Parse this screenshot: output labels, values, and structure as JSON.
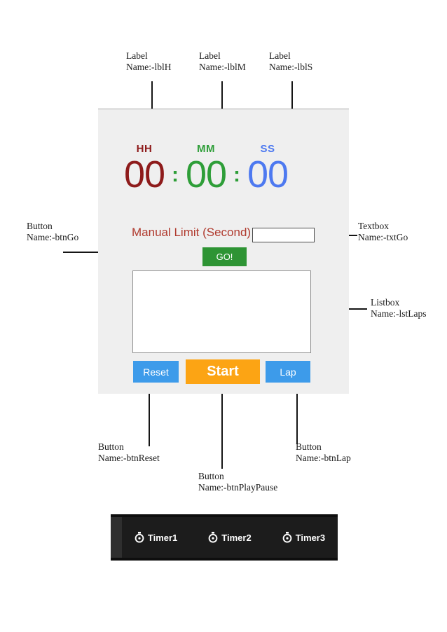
{
  "annotations": {
    "lblH": {
      "type": "Label",
      "name": "Name:-lblH"
    },
    "lblM": {
      "type": "Label",
      "name": "Name:-lblM"
    },
    "lblS": {
      "type": "Label",
      "name": "Name:-lblS"
    },
    "btnGo": {
      "type": "Button",
      "name": "Name:-btnGo"
    },
    "txtGo": {
      "type": "Textbox",
      "name": "Name:-txtGo"
    },
    "lstLaps": {
      "type": "Listbox",
      "name": "Name:-lstLaps"
    },
    "btnReset": {
      "type": "Button",
      "name": "Name:-btnReset"
    },
    "btnPlayPause": {
      "type": "Button",
      "name": "Name:-btnPlayPause"
    },
    "btnLap": {
      "type": "Button",
      "name": "Name:-btnLap"
    }
  },
  "timer": {
    "hh_label": "HH",
    "mm_label": "MM",
    "ss_label": "SS",
    "hh_value": "00",
    "mm_value": "00",
    "ss_value": "00",
    "separator": ":"
  },
  "manual_limit": {
    "label": "Manual Limit (Second)",
    "textbox_value": "",
    "go_label": "GO!"
  },
  "buttons": {
    "reset": "Reset",
    "start": "Start",
    "lap": "Lap"
  },
  "taskbar": {
    "items": [
      {
        "label": "Timer1"
      },
      {
        "label": "Timer2"
      },
      {
        "label": "Timer3"
      }
    ]
  },
  "colors": {
    "hh": "#8e1b1b",
    "mm": "#2e9e38",
    "ss": "#4d79f0",
    "manual": "#b03a2e",
    "go": "#2e9434",
    "blue": "#3d9bea",
    "orange": "#fca414"
  }
}
